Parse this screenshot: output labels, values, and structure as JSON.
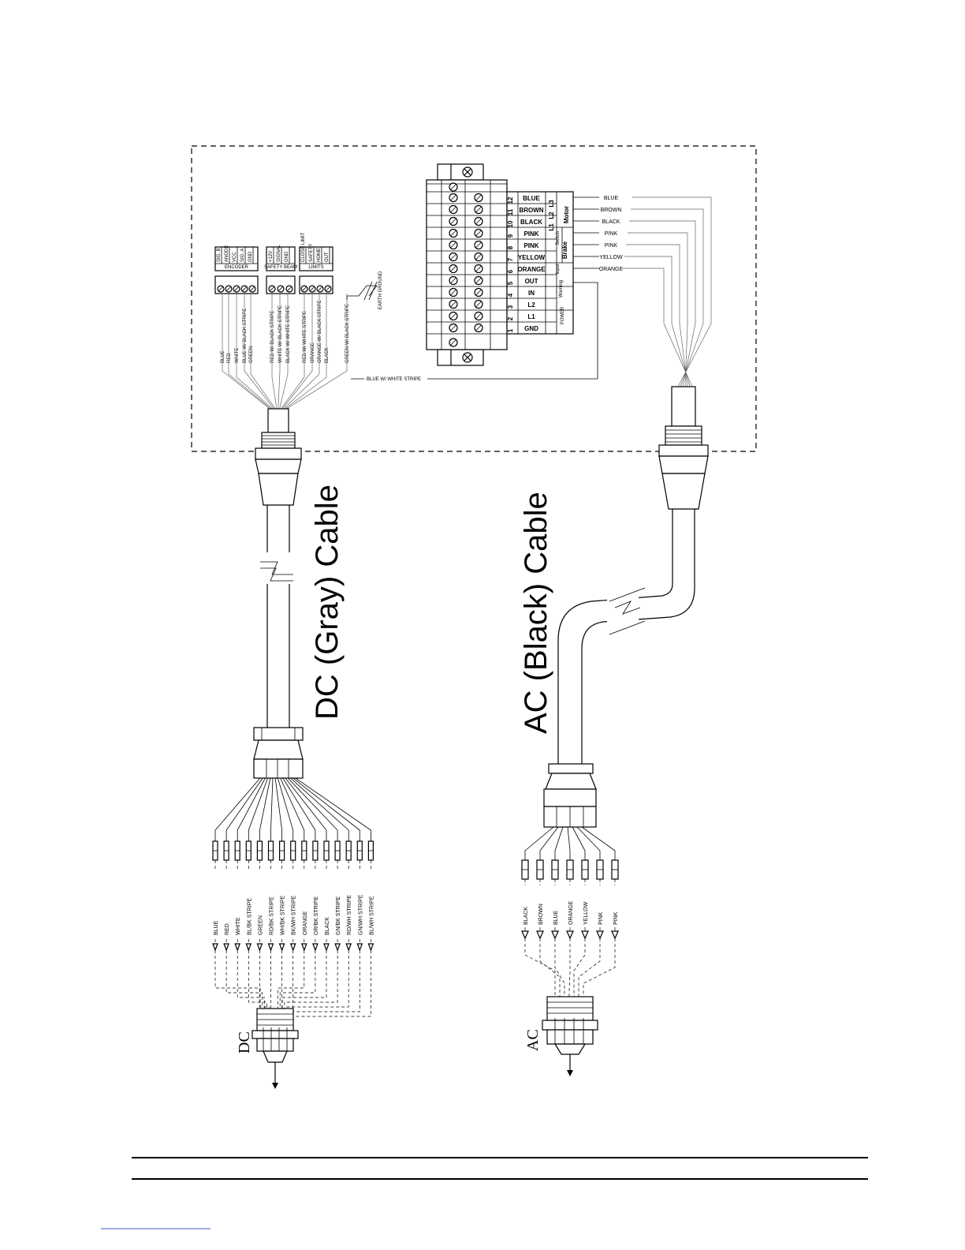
{
  "cables": {
    "dc_title": "DC (Gray) Cable",
    "ac_title": "AC (Black) Cable",
    "dc_connector": "DC",
    "ac_connector": "AC"
  },
  "blocks": {
    "encoder": {
      "label": "ENCODER",
      "pins": [
        "SIG. B",
        "ANODE",
        "VCC",
        "SIG. A",
        "GND"
      ]
    },
    "safety_beam": {
      "label": "SAFETY BEAM",
      "pins": [
        "+12V",
        "SIGNAL",
        "GND"
      ]
    },
    "limits": {
      "label": "LIMITS",
      "pins": [
        "CLOSE LIMIT",
        "SAFETY",
        "HOME",
        "OUT"
      ]
    },
    "earth_ground": "EARTH GROUND"
  },
  "terminal": {
    "numbers": [
      "12",
      "11",
      "10",
      "9",
      "8",
      "7",
      "6",
      "5",
      "4",
      "3",
      "2",
      "1"
    ],
    "labels": [
      "BLUE",
      "BROWN",
      "BLACK",
      "PINK",
      "PINK",
      "YELLOW",
      "ORANGE",
      "OUT",
      "IN",
      "L2",
      "L1",
      "GND"
    ],
    "motor_pins": [
      "L3",
      "L2",
      "L1"
    ],
    "groups": {
      "motor": "Motor",
      "switch": "Switch",
      "brake": "Brake",
      "input": "Input",
      "warning": "Warning",
      "power": "POWER"
    }
  },
  "ac_wires_top": [
    "BLUE",
    "BROWN",
    "BLACK",
    "PINK",
    "PINK",
    "YELLOW",
    "ORANGE"
  ],
  "dc_internal_wires": {
    "encoder": [
      "BLUE",
      "RED",
      "WHITE",
      "BLUE W/ BLACK STRIPE",
      "GREEN"
    ],
    "safety": [
      "RED W/ BLACK STRIPE",
      "WHITE W/ BLACK STRIPE",
      "BLACK W/ WHITE STRIPE"
    ],
    "limits": [
      "RED W/ WHITE STRIPE",
      "ORANGE",
      "ORANGE W/ BLACK STRIPE",
      "BLACK"
    ],
    "ground": "GREEN W/ BLACK STRIPE",
    "warning": "BLUE W/ WHITE STRIPE"
  },
  "dc_pigtail_labels": [
    "BLUE",
    "RED",
    "WHITE",
    "BL/BK STRIPE",
    "GREEN",
    "RD/BK STRIPE",
    "WH/BK STRIPE",
    "BK/WH STRIPE",
    "ORANGE",
    "OR/BK STRIPE",
    "BLACK",
    "GN/BK STRIPE",
    "RD/WH STRIPE",
    "GN/WH STRIPE",
    "BL/WH STRIPE"
  ],
  "ac_pigtail_labels": [
    "BLACK",
    "BROWN",
    "BLUE",
    "ORANGE",
    "YELLOW",
    "PINK",
    "PINK"
  ]
}
